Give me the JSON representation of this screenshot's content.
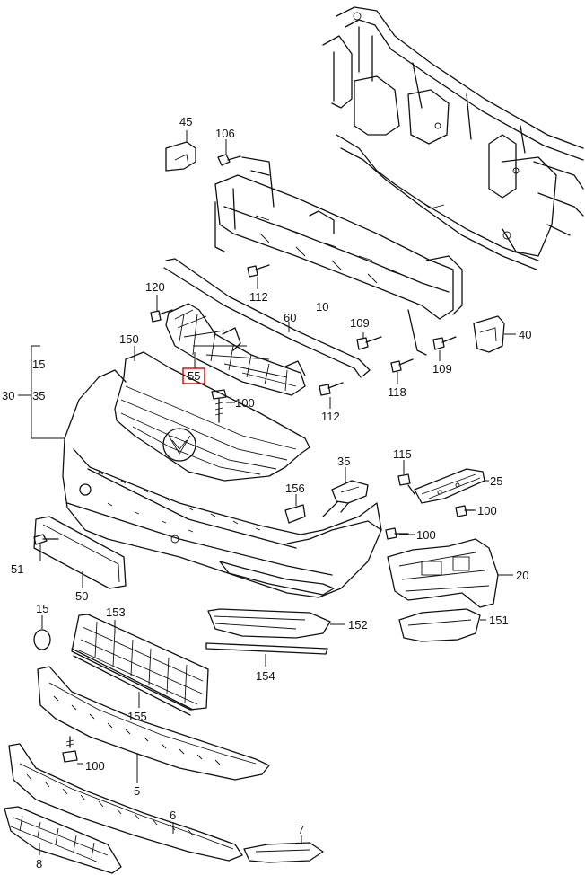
{
  "callouts": {
    "c45": "45",
    "c106": "106",
    "c120": "120",
    "c112a": "112",
    "c10": "10",
    "c60": "60",
    "c109a": "109",
    "c40": "40",
    "c109b": "109",
    "c118": "118",
    "c112b": "112",
    "c150": "150",
    "c15a": "15",
    "c30": "30",
    "c35a": "35",
    "c55": "55",
    "c100a": "100",
    "c35b": "35",
    "c156": "156",
    "c115": "115",
    "c25": "25",
    "c100b": "100",
    "c100c": "100",
    "c51": "51",
    "c50": "50",
    "c20": "20",
    "c15b": "15",
    "c153": "153",
    "c152": "152",
    "c151": "151",
    "c154": "154",
    "c155": "155",
    "c100d": "100",
    "c5": "5",
    "c6": "6",
    "c7": "7",
    "c8": "8"
  },
  "highlight": {
    "part_number": "55",
    "color": "#d40000"
  }
}
